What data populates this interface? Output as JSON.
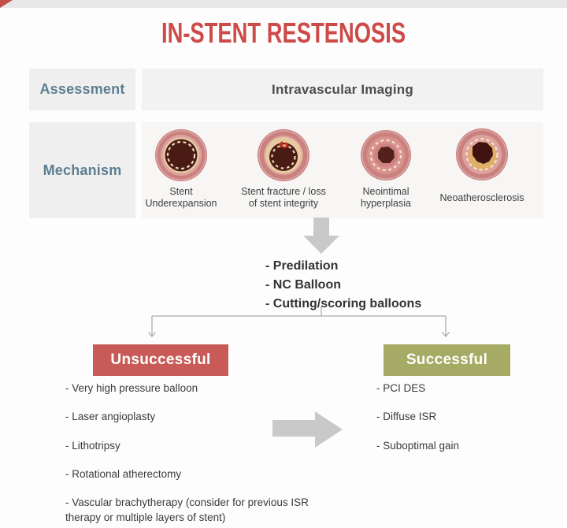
{
  "title": "IN-STENT RESTENOSIS",
  "colors": {
    "title_red": "#cd4a47",
    "label_blue": "#5d7f91",
    "cell_gray": "#f0eff0",
    "box_red": "#c85b57",
    "box_green": "#a5aa64",
    "arrow_gray": "#c9c9c9",
    "line_gray": "#ababab",
    "text_dark": "#3b3b3b"
  },
  "assessment": {
    "label": "Assessment",
    "value": "Intravascular Imaging"
  },
  "mechanism": {
    "label": "Mechanism",
    "items": [
      {
        "id": "stent-underexpansion",
        "lines": [
          "Stent",
          "Underexpansion"
        ]
      },
      {
        "id": "stent-fracture",
        "lines": [
          "Stent fracture / loss",
          "of stent integrity"
        ]
      },
      {
        "id": "neointimal-hyperplasia",
        "lines": [
          "Neointimal",
          "hyperplasia"
        ]
      },
      {
        "id": "neoatherosclerosis",
        "lines": [
          "Neoatherosclerosis"
        ]
      }
    ]
  },
  "treatment": {
    "items": [
      "- Predilation",
      "- NC Balloon",
      "- Cutting/scoring balloons"
    ]
  },
  "outcomes": {
    "unsuccessful": {
      "label": "Unsuccessful",
      "items": [
        "- Very high pressure balloon",
        "- Laser angioplasty",
        "- Lithotripsy",
        "- Rotational atherectomy",
        "- Vascular brachytherapy (consider for previous ISR therapy or multiple layers of stent)"
      ]
    },
    "successful": {
      "label": "Successful",
      "items": [
        "- PCI DES",
        "- Diffuse ISR",
        "- Suboptimal gain"
      ]
    }
  },
  "icons": {
    "down_arrow": "down-block-arrow",
    "right_arrow": "right-block-arrow",
    "branch_lines": "branch-connector"
  }
}
